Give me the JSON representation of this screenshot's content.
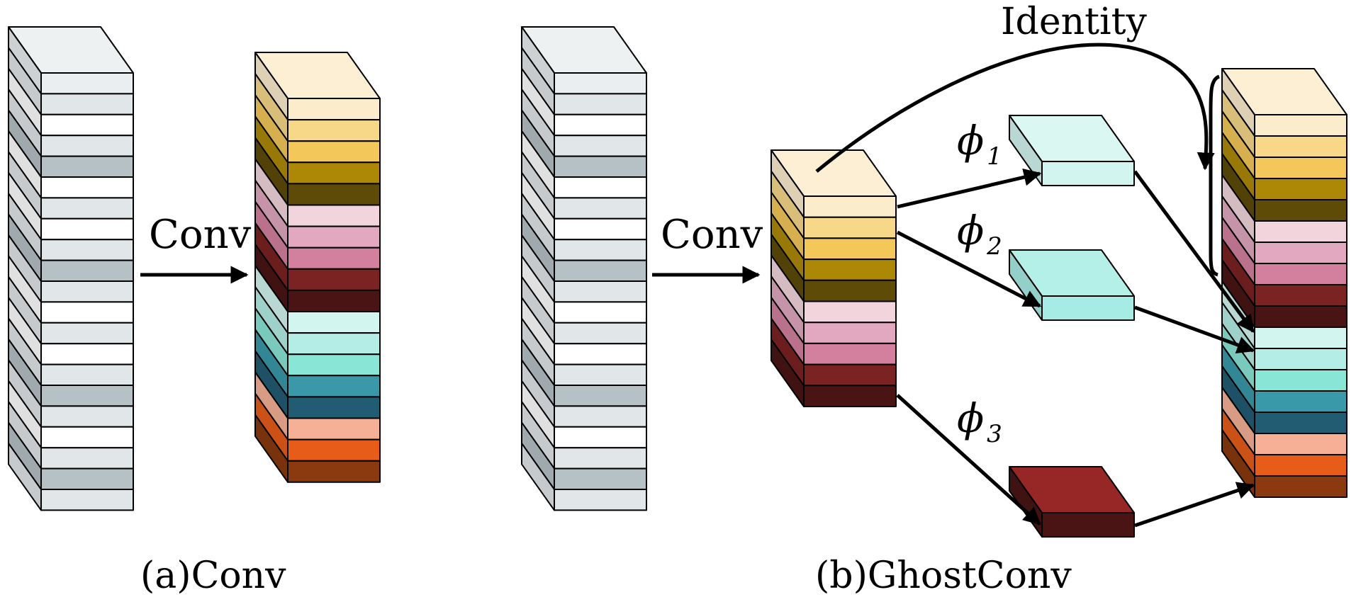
{
  "labels": {
    "conv_a": "Conv",
    "conv_b": "Conv",
    "identity": "Identity",
    "caption_a": "(a)Conv",
    "caption_b": "(b)GhostConv",
    "phi": "ϕ",
    "phi_subscripts": [
      "1",
      "2",
      "3"
    ]
  },
  "colors": {
    "input_fronts": [
      "#eaeef0",
      "#e1e6e8",
      "#ffffff",
      "#e1e6e8",
      "#b6c1c6",
      "#ffffff",
      "#e1e6e8",
      "#ffffff",
      "#e1e6e8",
      "#b6c1c6",
      "#e1e6e8",
      "#ffffff",
      "#e1e6e8",
      "#ffffff",
      "#e1e6e8",
      "#b6c1c6",
      "#e1e6e8",
      "#ffffff",
      "#e1e6e8",
      "#b6c1c6",
      "#e1e6e8"
    ],
    "output_a_fronts": [
      "#fbeccc",
      "#f7d889",
      "#f3c75a",
      "#ad8807",
      "#5e4b08",
      "#f2d4dc",
      "#e1a8bf",
      "#d3809e",
      "#7b2222",
      "#4a1414",
      "#d3f5f0",
      "#b3ede5",
      "#89e6d6",
      "#3a99a8",
      "#225c73",
      "#f6b096",
      "#e85c1a",
      "#8a3a0e"
    ],
    "output_b_fronts": [
      "#fbeccc",
      "#f7d889",
      "#f3c75a",
      "#ad8807",
      "#5e4b08",
      "#f2d4dc",
      "#e1a8bf",
      "#d3809e",
      "#7b2222",
      "#4a1414",
      "#d3f5f0",
      "#b3ede5",
      "#89e6d6",
      "#3a99a8",
      "#225c73",
      "#f6b096",
      "#e85c1a",
      "#8a3a0e"
    ],
    "intrinsic_fronts": [
      "#fbeccc",
      "#f7d889",
      "#f3c75a",
      "#ad8807",
      "#5e4b08",
      "#f2d4dc",
      "#e1a8bf",
      "#d3809e",
      "#7b2222",
      "#4a1414"
    ],
    "ghost_fronts": [
      "#d3f5f0",
      "#a7ece4",
      "#4a1414"
    ]
  }
}
